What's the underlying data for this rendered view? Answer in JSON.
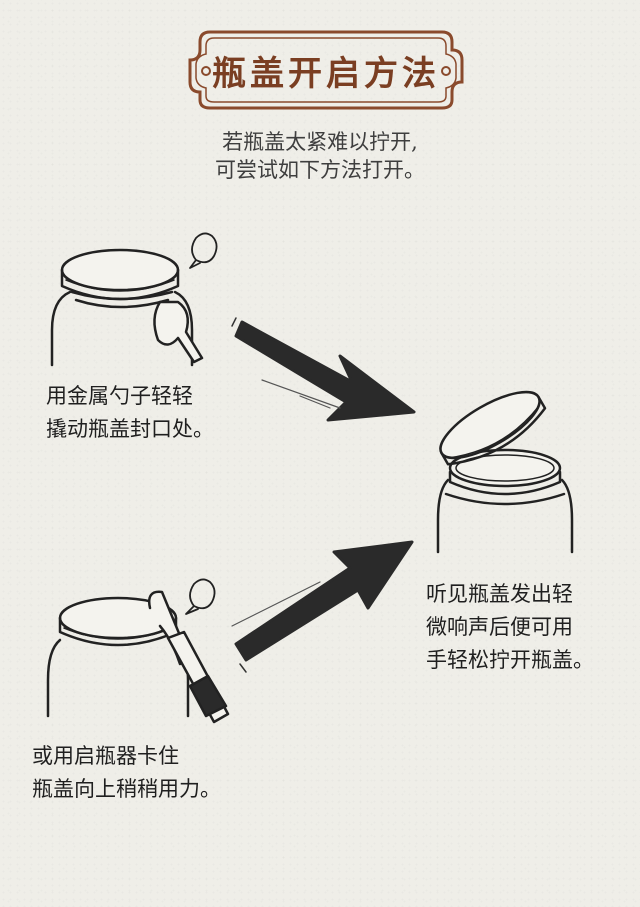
{
  "title": "瓶盖开启方法",
  "subtitle": {
    "line1": "若瓶盖太紧难以拧开,",
    "line2": "可尝试如下方法打开。"
  },
  "steps": [
    {
      "line1": "用金属勺子轻轻",
      "line2": "撬动瓶盖封口处。"
    },
    {
      "line1": "或用启瓶器卡住",
      "line2": "瓶盖向上稍稍用力。"
    }
  ],
  "result": {
    "line1": "听见瓶盖发出轻",
    "line2": "微响声后便可用",
    "line3": "手轻松拧开瓶盖。"
  },
  "colors": {
    "background": "#efeee8",
    "title": "#7a3e22",
    "plaque_border": "#8a4a2c",
    "ink": "#2b2b2b"
  },
  "icons": [
    "title-plaque-frame",
    "jar-with-spoon-illustration",
    "arrow-right-down",
    "open-jar-illustration",
    "arrow-right-up",
    "jar-with-opener-illustration",
    "speech-bubble-icon"
  ]
}
